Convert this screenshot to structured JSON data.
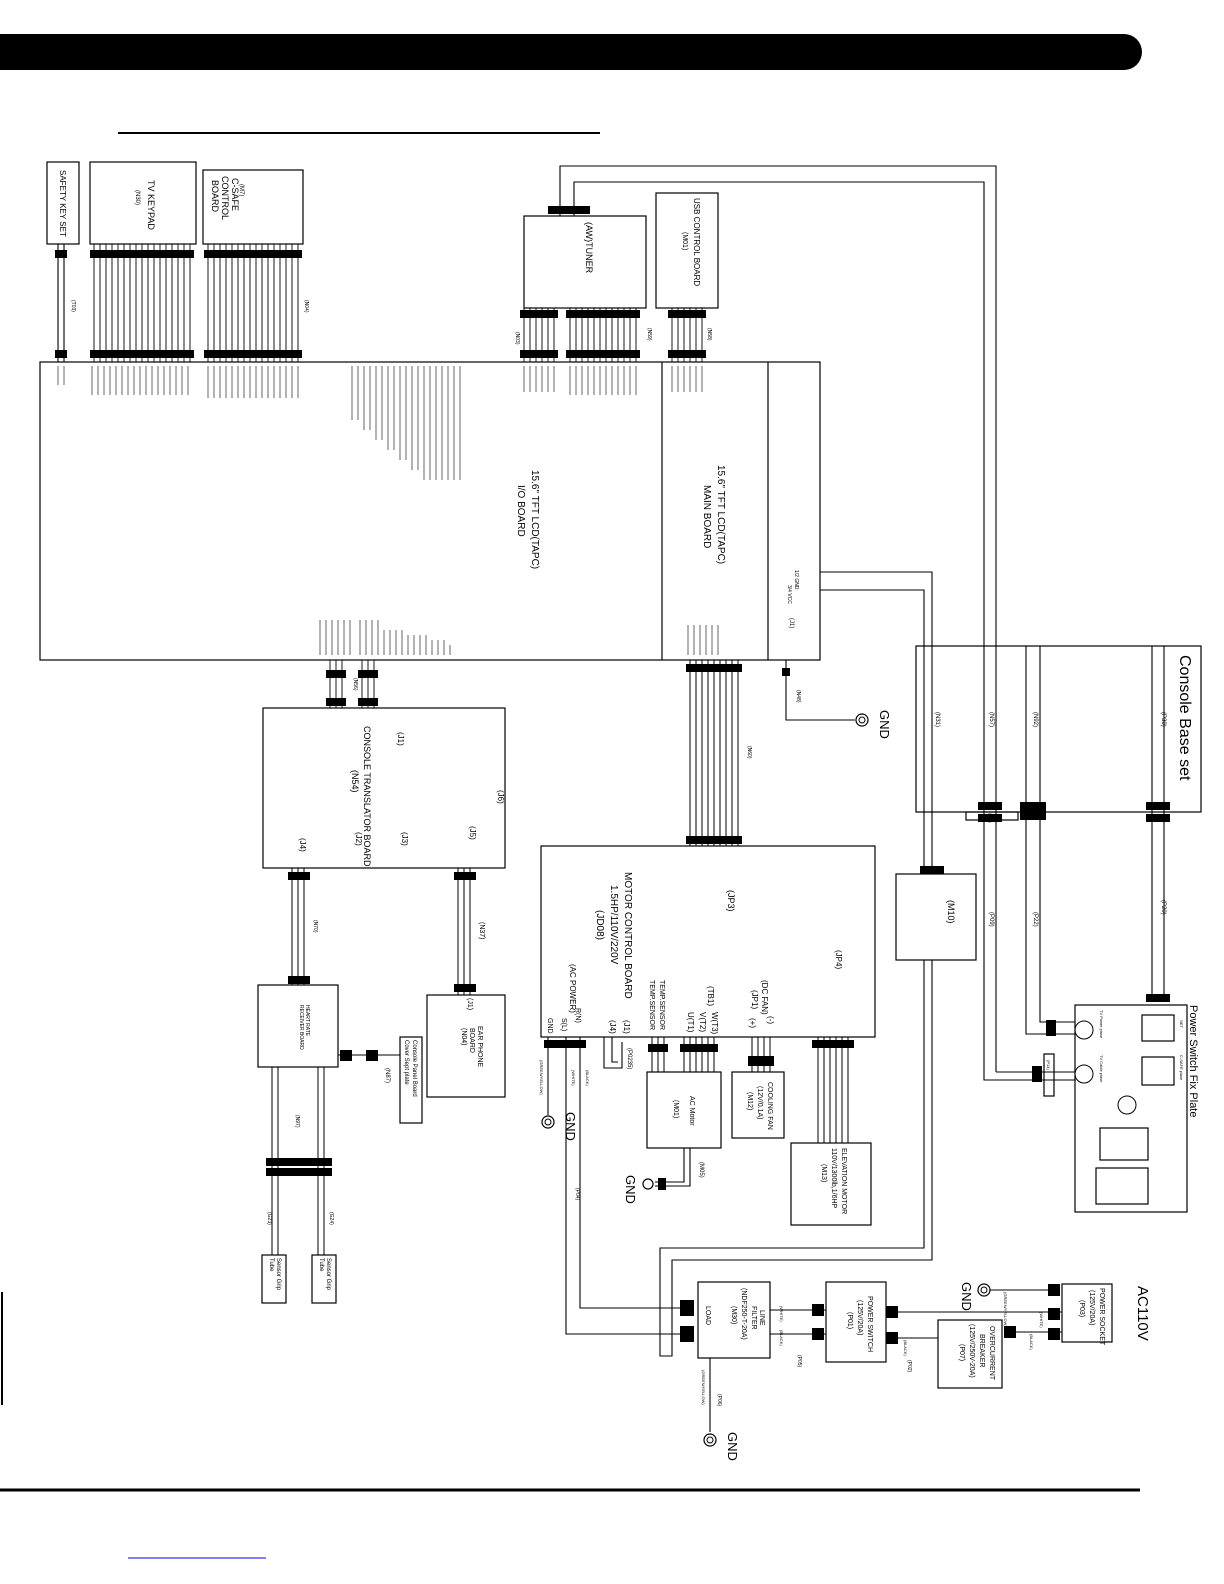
{
  "page": {
    "background": "#ffffff",
    "ink": "#000000"
  },
  "boards": {
    "io_board": {
      "name": "15.6\" TFT LCD(TAPC)",
      "sub": "I/O BOARD"
    },
    "main_board": {
      "name": "15.6\" TFT LCD(TAPC)",
      "sub": "MAIN BOARD"
    },
    "safety_key": {
      "name": "SAFETY KEY SET"
    },
    "tv_keypad": {
      "name": "TV KEYPAD",
      "code": "(N30)"
    },
    "csafe_board": {
      "line1": "(M7)",
      "line2": "C-SAFE",
      "line3": "CONTROL",
      "line4": "BOARD"
    },
    "tuner": {
      "name": "(AW)TUNER"
    },
    "usb_board": {
      "name": "USB CONTROL BOARD",
      "code": "(M01)"
    },
    "console_translator": {
      "name": "CONSOLE TRANSLATOR BOARD",
      "code": "(N54)",
      "j1": "(J1)",
      "j2": "(J2)",
      "j3": "(J3)",
      "j4": "(J4)",
      "j5": "(J5)",
      "j6": "(J6)"
    },
    "receiver": {
      "line1": "HEART RATE",
      "line2": "RECEIVER BOARD"
    },
    "cover_plate": {
      "line1": "Console Panel Board",
      "line2": "Cover Sept plate"
    },
    "ear_phone": {
      "line1": "EAR PHONE",
      "line2": "BOARD",
      "code": "(N04)",
      "j1": "(J1)"
    },
    "motor_control": {
      "line1": "MOTOR CONTROL BOARD",
      "line2": "1.5HP/110V/220V",
      "line3": "(JD08)",
      "jp3": "(JP3)",
      "jp4": "(JP4)",
      "jp1": "(JP1)",
      "dc_fan": "(DC FAN)",
      "tb1": "(TB1)",
      "ac_power": "(AC POWER)",
      "j4": "(J4)",
      "j1": "(J1)"
    },
    "ac_motor": {
      "line1": "AC Motor",
      "line2": "(M01)"
    },
    "cooling_fan": {
      "line1": "COOLING FAN",
      "line2": "(12V/0.1A)",
      "line3": "(M12)"
    },
    "elevation_motor": {
      "line1": "ELEVATION MOTOR",
      "line2": "110V/1300lb,1/6HP",
      "line3": "(M13)"
    },
    "m10": {
      "name": "(M10)"
    },
    "console_base": {
      "name": "Console Base set"
    },
    "power_switch_plate": {
      "name": "Power Switch Fix Plate"
    },
    "line_filter": {
      "line1": "LINE",
      "line2": "FILTER",
      "line3": "(NDF250-T-20A)",
      "line4": "(M30)",
      "line5": "LOAD"
    },
    "power_switch": {
      "line1": "POWER SWITCH",
      "line2": "(125V/20A)",
      "line3": "(P01)"
    },
    "overcurrent": {
      "line1": "OVERCURRENT",
      "line2": "BREAKER",
      "line3": "(125V/250V-20A)",
      "line4": "(P07)"
    },
    "power_socket": {
      "line1": "POWER SOCKET",
      "line2": "(125V/20A)",
      "line3": "(P03)"
    }
  },
  "labels": {
    "gnd": "GND",
    "ac110v": "AC110V",
    "tb_gnd": "1/2 GND",
    "tb_vcc": "3/4 VCC",
    "j1_main": "(J1)",
    "temp_sensor": "TEMP.SENSOR",
    "minus": "(-)",
    "plus": "(+)",
    "u_t1": "U(T1)",
    "v_t2": "V(T2)",
    "w_t3": "W(T3)",
    "gnd_s": "GND",
    "s_l": "S(L)",
    "r_n": "R(N)"
  },
  "wires": {
    "n57": "(N57)",
    "n92": "(N92)",
    "p30": "(P30)",
    "n31": "(N31)",
    "p14a": "(P14)",
    "p14b": "(P14)",
    "p09": "(P09)",
    "p22": "(P22)",
    "p20": "(P20)",
    "n37": "(N37)",
    "n87": "(N87)",
    "n70": "(N70)",
    "n56": "(N56)",
    "n48": "(N48)",
    "n97": "(N97)",
    "n04": "(N04)",
    "n03": "(N03)",
    "n59": "(N59)",
    "n58": "(N58)",
    "t03": "(T03)",
    "g23": "(G23)",
    "g24": "(G24)",
    "m05": "(M05)",
    "p06": "(P06)",
    "p05": "(P05)",
    "p02": "(P02)",
    "p04": "(P04)",
    "p0235": "(P0235)",
    "n60": "(N60)",
    "white": "(WHITE)",
    "black": "(BLACK)",
    "green_yellow": "(GREEN/YELLOW)"
  },
  "sensor_grip": {
    "line1": "Sensor Grip",
    "line2": "Tube"
  },
  "plate_labels": {
    "tv_power": "TV Power plase",
    "tv_cable": "TV Cable plase",
    "net": "NET",
    "csafe": "C-SAFE plase"
  }
}
